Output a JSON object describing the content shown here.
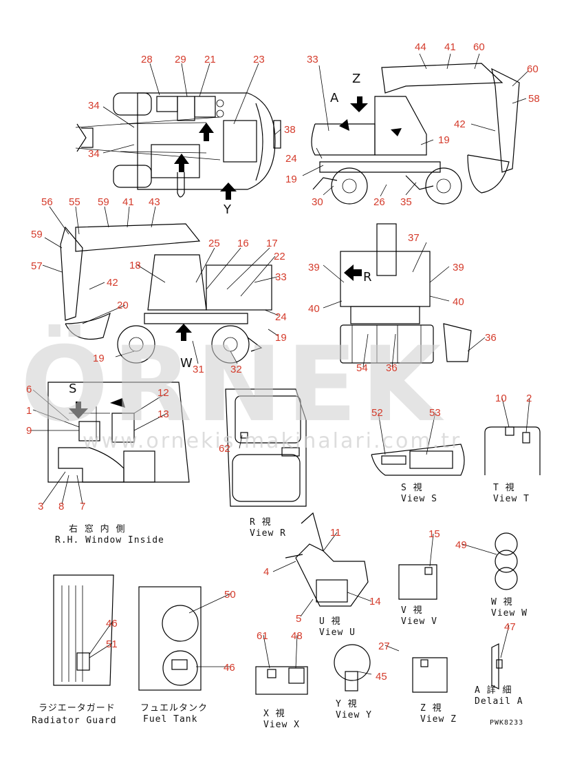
{
  "watermark": {
    "brand": "ÖRNEK",
    "url": "www.ornekis makinalari.com.tr"
  },
  "drawing_code": "PWK8233",
  "view_letters": {
    "a": "A",
    "z": "Z",
    "y": "Y",
    "w": "W",
    "r": "R",
    "s": "S"
  },
  "captions": {
    "window_jp": "右 窓 内 側",
    "window_en": "R.H. Window Inside",
    "view_r_jp": "R 視",
    "view_r_en": "View R",
    "view_s_jp": "S 視",
    "view_s_en": "View S",
    "view_t_jp": "T 視",
    "view_t_en": "View T",
    "view_u_jp": "U 視",
    "view_u_en": "View U",
    "view_v_jp": "V 視",
    "view_v_en": "View V",
    "view_w_jp": "W 視",
    "view_w_en": "View W",
    "view_x_jp": "X 視",
    "view_x_en": "View X",
    "view_y_jp": "Y 視",
    "view_y_en": "View Y",
    "view_z_jp": "Z 視",
    "view_z_en": "View Z",
    "detail_a_jp": "A 詳 細",
    "detail_a_en": "Delail A",
    "radiator_jp": "ラジエータガード",
    "radiator_en": "Radiator Guard",
    "fuel_jp": "フュエルタンク",
    "fuel_en": "Fuel Tank"
  },
  "callouts": [
    "1",
    "2",
    "3",
    "4",
    "5",
    "6",
    "7",
    "8",
    "9",
    "10",
    "11",
    "12",
    "13",
    "14",
    "15",
    "16",
    "17",
    "18",
    "19",
    "20",
    "21",
    "22",
    "23",
    "24",
    "25",
    "26",
    "27",
    "28",
    "29",
    "30",
    "31",
    "32",
    "33",
    "34",
    "35",
    "36",
    "37",
    "38",
    "39",
    "40",
    "41",
    "42",
    "43",
    "44",
    "45",
    "46",
    "47",
    "48",
    "49",
    "50",
    "51",
    "52",
    "53",
    "54",
    "55",
    "56",
    "57",
    "58",
    "59",
    "60",
    "61",
    "62"
  ]
}
